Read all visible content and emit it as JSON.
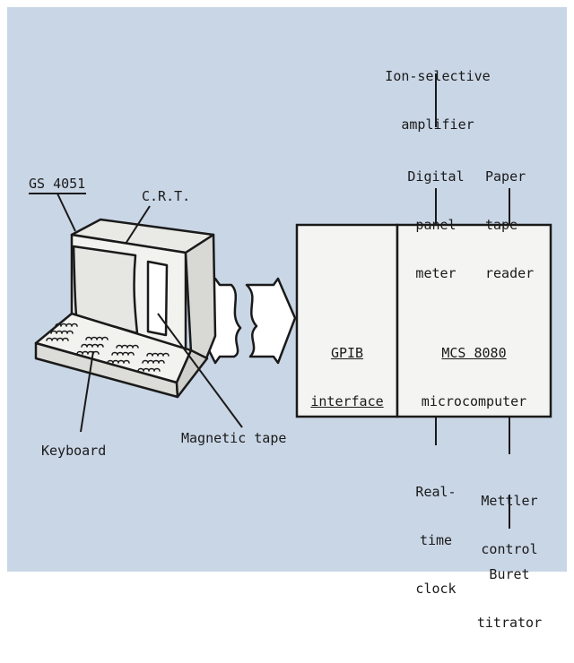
{
  "colors": {
    "background": "#c9d6e6",
    "outer_border": "#ffffff",
    "box_fill": "#f4f4f2",
    "stroke": "#1a1a1a",
    "screen": "#e6e6e2",
    "text": "#1a1a1a"
  },
  "labels": {
    "ion_selective_amplifier": [
      "Ion-selective",
      "amplifier"
    ],
    "digital_panel_meter": [
      "Digital",
      "panel",
      "meter"
    ],
    "paper_tape_reader": [
      "Paper",
      "tape",
      "reader"
    ],
    "gs_4051": "GS 4051",
    "crt": "C.R.T.",
    "gpib_interface": [
      "GPIB",
      "interface"
    ],
    "mcs_8080": "MCS 8080",
    "microcomputer": "microcomputer",
    "keyboard": "Keyboard",
    "magnetic_tape": "Magnetic tape",
    "real_time_clock": [
      "Real-",
      "time",
      "clock"
    ],
    "mettler_control": [
      "Mettler",
      "control"
    ],
    "buret_titrator": [
      "Buret",
      "titrator"
    ]
  },
  "icons": {
    "terminal": "computer-terminal-icon",
    "bus_arrow": "double-headed-arrow-icon"
  }
}
